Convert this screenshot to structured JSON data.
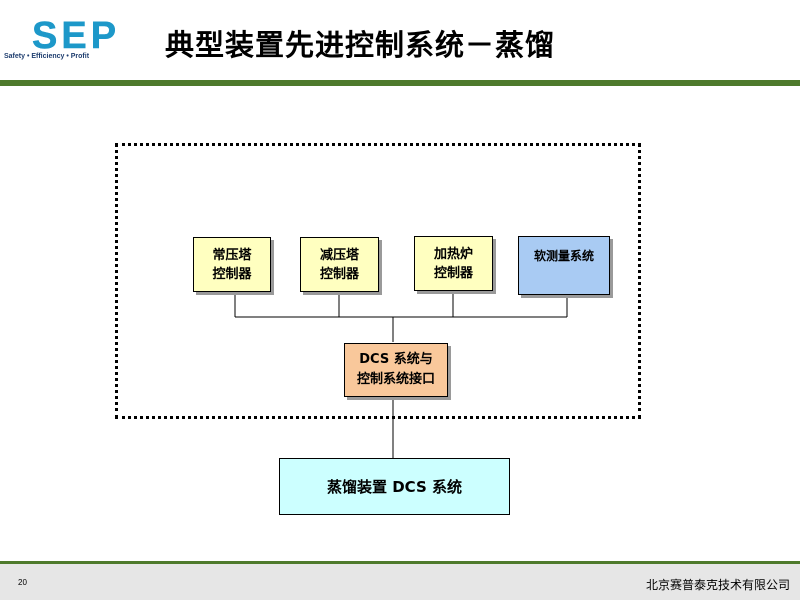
{
  "header": {
    "logo_text": "SEP",
    "logo_tagline": "Safety • Efficiency • Profit",
    "title": "典型装置先进控制系统－蒸馏"
  },
  "diagram": {
    "controllers": [
      {
        "line1": "常压塔",
        "line2": "控制器"
      },
      {
        "line1": "减压塔",
        "line2": "控制器"
      },
      {
        "line1": "加热炉",
        "line2": "控制器"
      }
    ],
    "soft_sensor": {
      "label": "软测量系统"
    },
    "interface": {
      "line1": "DCS 系统与",
      "line2": "控制系统接口"
    },
    "dcs": {
      "label": "蒸馏装置 DCS 系统"
    }
  },
  "footer": {
    "page_number": "20",
    "company": "北京赛普泰克技术有限公司"
  },
  "colors": {
    "accent_green": "#4e7a2c",
    "logo_blue": "#1d98c9",
    "controller_fill": "#ffffc0",
    "soft_sensor_fill": "#a9cbf3",
    "interface_fill": "#f9c89b",
    "dcs_fill": "#ccffff"
  }
}
